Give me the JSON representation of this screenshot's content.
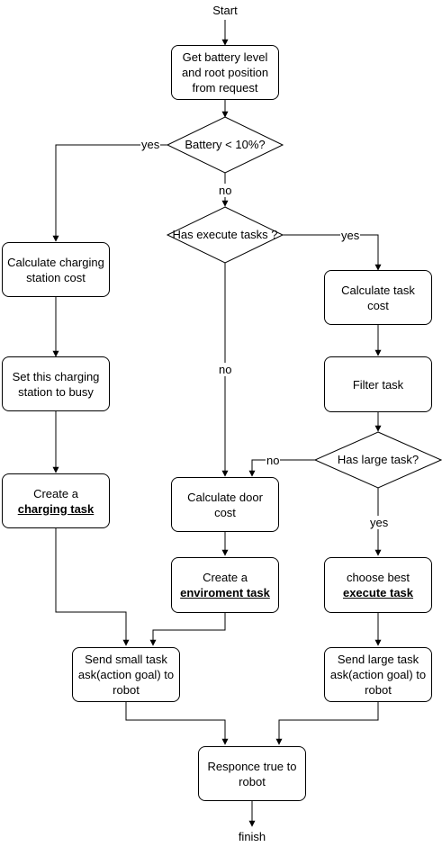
{
  "start": "Start",
  "finish": "finish",
  "nodes": {
    "get_battery": [
      "Get battery level",
      "and root position",
      "from request"
    ],
    "calc_charging": [
      "Calculate charging",
      "station cost"
    ],
    "set_busy": [
      "Set this charging",
      "station to busy"
    ],
    "create_charging": {
      "line1": "Create a",
      "bold": "charging task"
    },
    "calc_task": [
      "Calculate task",
      "cost"
    ],
    "filter_task": [
      "Filter task"
    ],
    "calc_door": [
      "Calculate door",
      "cost"
    ],
    "create_env": {
      "line1": "Create a",
      "bold": "enviroment task"
    },
    "choose_best": {
      "line1": "choose best",
      "bold": "execute task"
    },
    "send_small": [
      "Send small task",
      "ask(action goal) to",
      "robot"
    ],
    "send_large": [
      "Send large task",
      "ask(action goal) to",
      "robot"
    ],
    "response": [
      "Responce true to",
      "robot"
    ]
  },
  "decisions": {
    "battery": "Battery < 10%?",
    "has_execute": "Has execute tasks ?",
    "has_large": "Has large task?"
  },
  "edge_labels": {
    "battery_yes": "yes",
    "battery_no": "no",
    "execute_yes": "yes",
    "execute_no": "no",
    "large_no": "no",
    "large_yes": "yes"
  }
}
